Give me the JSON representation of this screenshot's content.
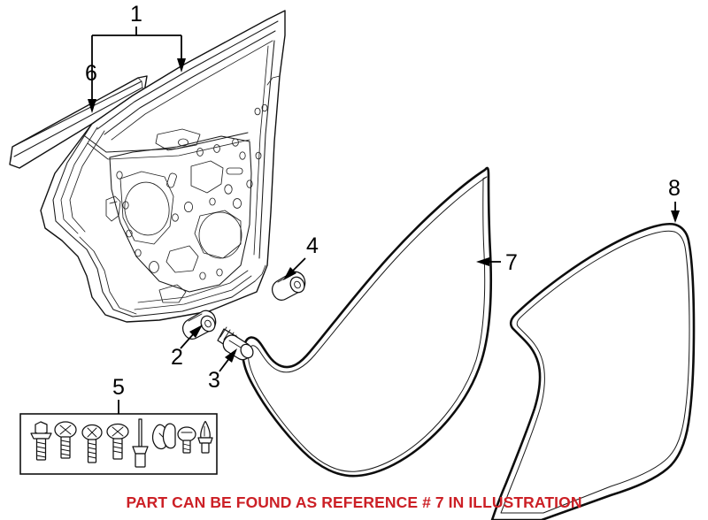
{
  "diagram": {
    "title": "Rear door panel and weatherstrip seal parts diagram",
    "background_color": "#ffffff",
    "line_color": "#111111",
    "callouts": [
      {
        "id": "1",
        "label": "1",
        "points_to": "door-shell-assembly",
        "style": "bracket"
      },
      {
        "id": "2",
        "label": "2",
        "points_to": "bolt-2",
        "style": "arrow"
      },
      {
        "id": "3",
        "label": "3",
        "points_to": "screw-3",
        "style": "arrow"
      },
      {
        "id": "4",
        "label": "4",
        "points_to": "bolt-4",
        "style": "arrow"
      },
      {
        "id": "5",
        "label": "5",
        "points_to": "hardware-kit-tray",
        "style": "leader"
      },
      {
        "id": "6",
        "label": "6",
        "points_to": "belt-molding-strip",
        "style": "arrow"
      },
      {
        "id": "7",
        "label": "7",
        "points_to": "door-seal-7",
        "style": "arrow"
      },
      {
        "id": "8",
        "label": "8",
        "points_to": "door-seal-8",
        "style": "arrow"
      }
    ],
    "parts": [
      {
        "ref": "1",
        "name": "door-shell-assembly"
      },
      {
        "ref": "6",
        "name": "belt-molding-strip"
      },
      {
        "ref": "2",
        "name": "bolt-2"
      },
      {
        "ref": "3",
        "name": "screw-3"
      },
      {
        "ref": "4",
        "name": "bolt-4"
      },
      {
        "ref": "5",
        "name": "hardware-kit-tray"
      },
      {
        "ref": "7",
        "name": "door-seal-7"
      },
      {
        "ref": "8",
        "name": "door-seal-8"
      }
    ],
    "hardware_kit": {
      "ref": "5",
      "items": [
        "hex-flange-bolt",
        "phillips-pan-screw",
        "phillips-pan-screw",
        "phillips-pan-screw",
        "pop-rivet",
        "u-clip",
        "round-head-screw",
        "push-pin-fastener"
      ]
    }
  },
  "caption": {
    "text": "PART CAN BE FOUND AS REFERENCE # 7 IN ILLUSTRATION",
    "color": "#cc2026"
  }
}
